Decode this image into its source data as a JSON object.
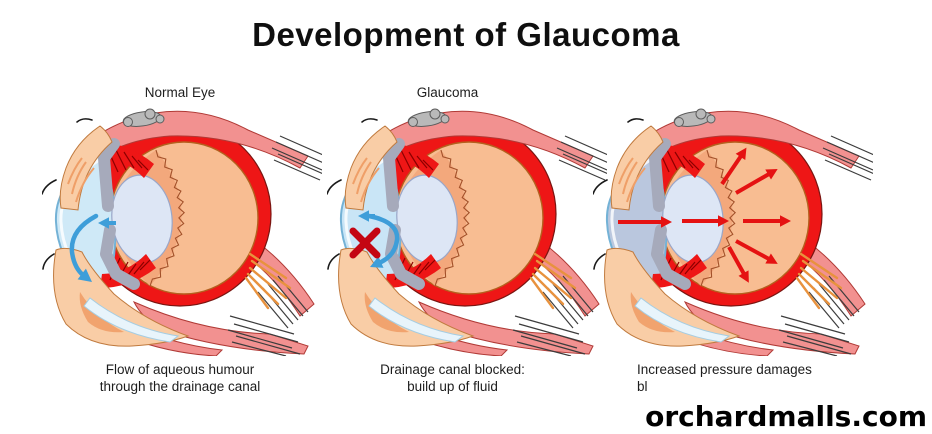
{
  "title": "Development of Glaucoma",
  "watermark": "orchardmalls.com",
  "panels": [
    {
      "label": "Normal Eye",
      "variant": "normal",
      "caption_line1": "Flow of aqueous humour",
      "caption_line2": "through the drainage canal"
    },
    {
      "label": "Glaucoma",
      "variant": "blocked",
      "caption_line1": "Drainage canal blocked:",
      "caption_line2": "build up of fluid"
    },
    {
      "label": "",
      "variant": "pressure",
      "caption_line1": "Increased pressure damages",
      "caption_line2": "bl"
    }
  ],
  "icons": {
    "flow": "curved-blue-arrow",
    "blockage": "red-x-mark",
    "pressure": "radial-red-arrows"
  },
  "colors": {
    "sclera_red": "#ee1616",
    "sclera_outline": "#7a1511",
    "inner_orange": "#f8bd92",
    "inner_orange_dark": "#f3a87c",
    "outline_brown": "#b4601e",
    "zigzag_brown": "#a3512a",
    "muscle_pink": "#f29190",
    "muscle_outline": "#b03a36",
    "skin_peach": "#f9cda6",
    "skin_shade": "#ef9f68",
    "skin_outline": "#c07a3e",
    "gland_gray": "#b9b9b9",
    "iris_gray": "#a6aabb",
    "lens_fill": "#dde6f5",
    "lens_stroke": "#9aa6c8",
    "chamber_normal": "#cfe9f7",
    "chamber_blocked": "#c9e5f6",
    "chamber_pressure": "#bac7de",
    "cornea_stroke": "#74b2d6",
    "conjunctiva_fill": "#e8f4fb",
    "flow_arrow_blue": "#3e9ed9",
    "pressure_arrow_red": "#e51212",
    "x_red": "#c40613",
    "hatch_dark": "#3c3c3c",
    "striation_dark_red": "#8b0000",
    "strand_orange": "#e8923e",
    "lash_black": "#1a1a1a"
  }
}
